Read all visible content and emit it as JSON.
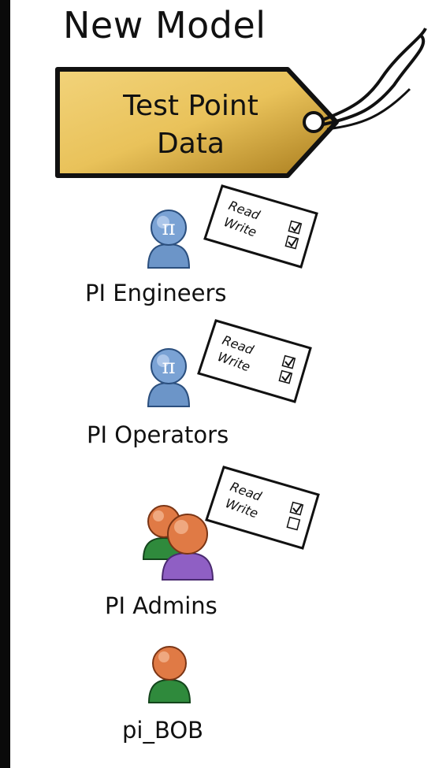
{
  "title": "New Model",
  "tag": {
    "line1": "Test Point",
    "line2": "Data",
    "icon": "price-tag-icon"
  },
  "permission_labels": {
    "read": "Read",
    "write": "Write"
  },
  "groups": [
    {
      "name": "PI Engineers",
      "icon": "pi-user-icon",
      "read": true,
      "write": true
    },
    {
      "name": "PI Operators",
      "icon": "pi-user-icon",
      "read": true,
      "write": true
    },
    {
      "name": "PI Admins",
      "icon": "user-group-icon",
      "read": true,
      "write": false
    },
    {
      "name": "pi_BOB",
      "icon": "user-icon"
    }
  ],
  "colors": {
    "tag_gold": "#e9c25a",
    "pi_user_blue": "#6c95c8",
    "person_orange": "#e07a45",
    "person_green": "#2f8a3c",
    "person_purple": "#8f5fc4"
  }
}
